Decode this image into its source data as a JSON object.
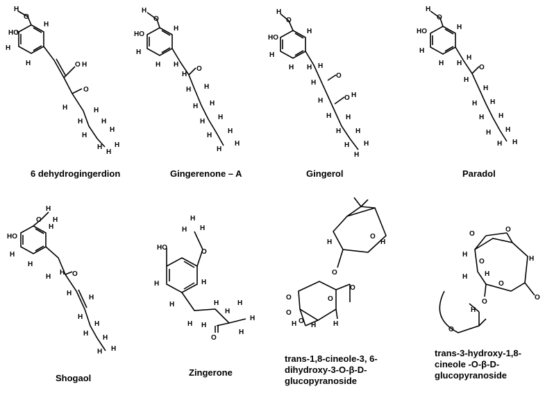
{
  "structures": [
    {
      "key": "s1",
      "name": "6 dehydrogingerdion"
    },
    {
      "key": "s2",
      "name": "Gingerenone – A"
    },
    {
      "key": "s3",
      "name": "Gingerol"
    },
    {
      "key": "s4",
      "name": "Paradol"
    },
    {
      "key": "s5",
      "name": "Shogaol"
    },
    {
      "key": "s6",
      "name": "Zingerone"
    },
    {
      "key": "s7",
      "name": "trans-1,8-cineole-3, 6-dihydroxy-3-O-β-D-glucopyranoside"
    },
    {
      "key": "s8",
      "name": "trans-3-hydroxy-1,8-cineole -O-β-D-glucopyranoside"
    }
  ],
  "atoms": {
    "hydrogen": "H",
    "oxygen": "O",
    "hydroxyl": "HO"
  }
}
